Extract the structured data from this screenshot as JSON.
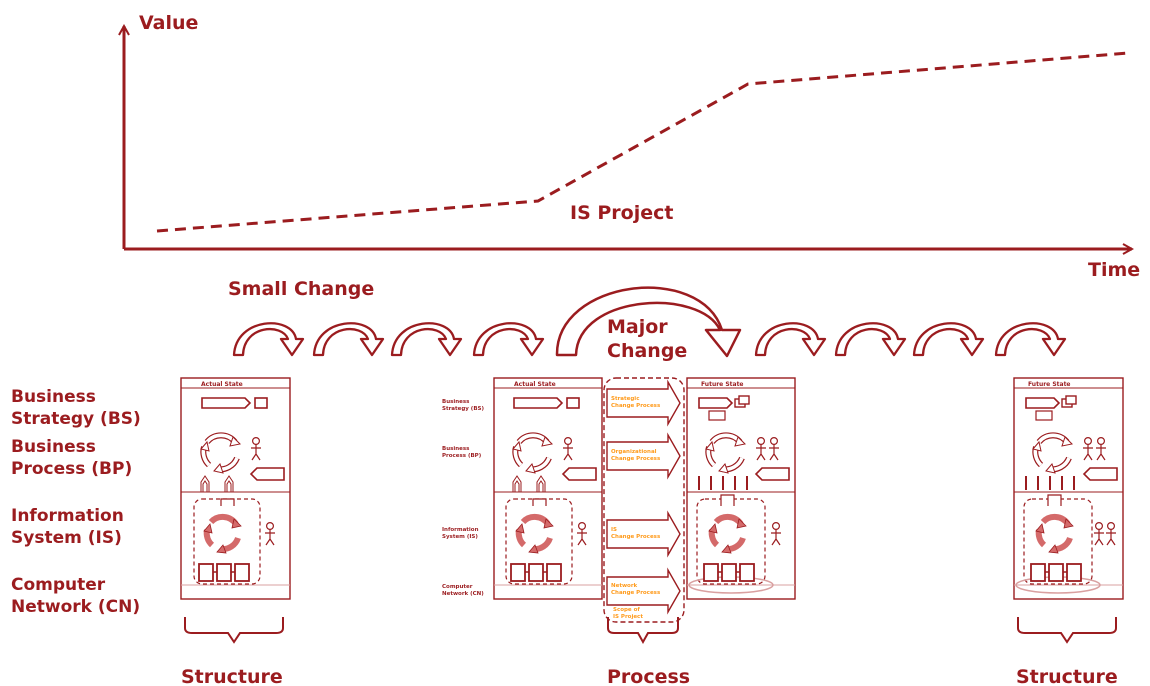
{
  "graph": {
    "y_axis_label": "Value",
    "x_axis_label": "Time",
    "annotation": "IS Project"
  },
  "arrows": {
    "small_change_label": "Small Change",
    "major_change_label": "Major Change"
  },
  "layers": [
    {
      "line1": "Business",
      "line2": "Strategy (BS)"
    },
    {
      "line1": "Business",
      "line2": "Process (BP)"
    },
    {
      "line1": "Information",
      "line2": "System (IS)"
    },
    {
      "line1": "Computer",
      "line2": "Network (CN)"
    }
  ],
  "panels": {
    "actual_state": "Actual State",
    "future_state": "Future State"
  },
  "mini_layers": [
    {
      "line1": "Business",
      "line2": "Strategy (BS)"
    },
    {
      "line1": "Business",
      "line2": "Process (BP)"
    },
    {
      "line1": "Information",
      "line2": "System (IS)"
    },
    {
      "line1": "Computer",
      "line2": "Network (CN)"
    }
  ],
  "processes": [
    {
      "line1": "Strategic",
      "line2": "Change Process"
    },
    {
      "line1": "Organizational",
      "line2": "Change Process"
    },
    {
      "line1": "IS",
      "line2": "Change Process"
    },
    {
      "line1": "Network",
      "line2": "Change Process"
    }
  ],
  "scope": {
    "line1": "Scope of",
    "line2": "IS Project"
  },
  "bottom_labels": [
    "Structure",
    "Process",
    "Structure"
  ],
  "colors": {
    "primary": "#9b1c1f",
    "accent": "#ff9a1a",
    "background": "#ffffff"
  }
}
